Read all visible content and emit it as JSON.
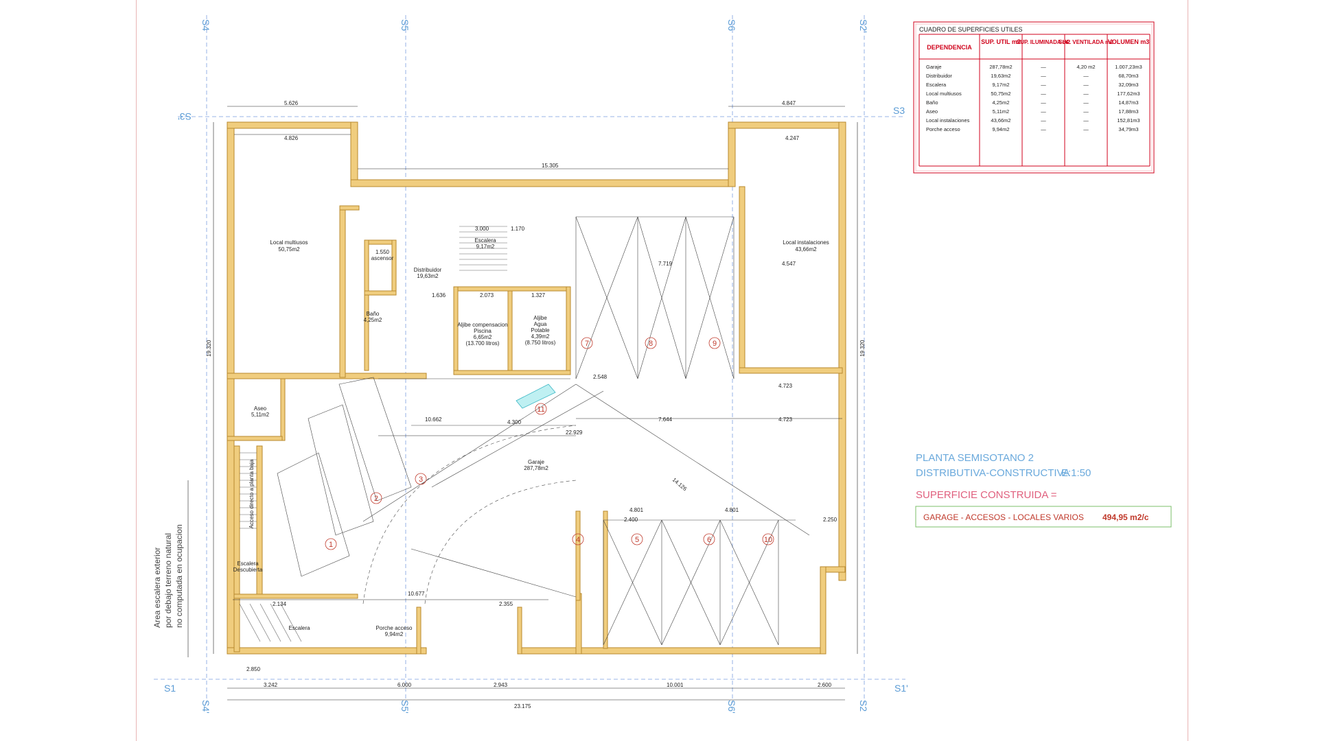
{
  "axes": {
    "top": [
      "S4",
      "S5",
      "S6",
      "S2'"
    ],
    "bottom": [
      "S4'",
      "S5'",
      "S6'",
      "S2"
    ],
    "left_top": "S3'",
    "right_top": "S3",
    "left_bottom": "S1",
    "right_bottom": "S1'"
  },
  "table": {
    "title": "CUADRO DE SUPERFICIES UTILES",
    "headers": [
      "DEPENDENCIA",
      "SUP. UTIL m2",
      "SUP. ILUMINADA m2",
      "SUP. VENTILADA m2",
      "VOLUMEN m3"
    ],
    "rows": [
      [
        "Garaje",
        "287,78m2",
        "—",
        "4,20 m2",
        "1.007,23m3"
      ],
      [
        "Distribuidor",
        "19,63m2",
        "—",
        "—",
        "68,70m3"
      ],
      [
        "Escalera",
        "9,17m2",
        "—",
        "—",
        "32,09m3"
      ],
      [
        "Local multiusos",
        "50,75m2",
        "—",
        "—",
        "177,62m3"
      ],
      [
        "Baño",
        "4,25m2",
        "—",
        "—",
        "14,87m3"
      ],
      [
        "Aseo",
        "5,11m2",
        "—",
        "—",
        "17,88m3"
      ],
      [
        "Local instalaciones",
        "43,66m2",
        "—",
        "—",
        "152,81m3"
      ],
      [
        "Porche acceso",
        "9,94m2",
        "—",
        "—",
        "34,79m3"
      ]
    ]
  },
  "titles": {
    "line1": "PLANTA SEMISOTANO 2",
    "line2": "DISTRIBUTIVA-CONSTRUCTIVA",
    "scale": "E:1:50",
    "surface_label": "SUPERFICIE CONSTRUIDA =",
    "surface_desc": "GARAGE - ACCESOS - LOCALES VARIOS",
    "surface_value": "494,95 m2/c"
  },
  "side_note": [
    "Area escalera exterior",
    "por debajo terreno natural",
    "no computada en ocupacion"
  ],
  "rooms": {
    "local_multiusos": [
      "Local multiusos",
      "50,75m2"
    ],
    "local_instalaciones": [
      "Local instalaciones",
      "43,66m2"
    ],
    "escalera": [
      "Escalera",
      "9,17m2"
    ],
    "distribuidor": [
      "Distribuidor",
      "19,63m2"
    ],
    "ascensor": [
      "1.550",
      "ascensor"
    ],
    "bano": [
      "Baño",
      "4,25m2"
    ],
    "aljibe_comp": [
      "Aljibe compensacion",
      "Piscina",
      "6,65m2",
      "(13.700 litros)"
    ],
    "aljibe_agua": [
      "Aljibe",
      "Agua",
      "Potable",
      "4,39m2",
      "(8.750 litros)"
    ],
    "aseo": [
      "Aseo",
      "5,11m2"
    ],
    "garaje": [
      "Garaje",
      "287,78m2"
    ],
    "porche": [
      "Porche acceso",
      "9,94m2"
    ],
    "escalera_ext": "Escalera",
    "escalera_desc": [
      "Escalera",
      "Descubierta"
    ],
    "acceso_directo": "Acceso directo a planta baja"
  },
  "spots": [
    "1",
    "2",
    "3",
    "4",
    "5",
    "6",
    "7",
    "8",
    "9",
    "10",
    "11"
  ],
  "dims": {
    "top_total_left": "5.626",
    "top_total_right": "4.847",
    "inner_left": "4.826",
    "inner_right": "4.247",
    "long_mid": "15.305",
    "bottom_total": "23.175",
    "bottom_segs": [
      "3.242",
      "6.000",
      "2.943",
      "10.001",
      "2.600"
    ],
    "left_total": "19.320",
    "right_total": "19.320",
    "garage_span": "22.929",
    "garage_mid": "10.662",
    "mid_7644": "7.644",
    "mid_4723a": "4.723",
    "mid_4723b": "4.723",
    "bay_2400": "2.400",
    "bay_4801": "4.801",
    "bay_2548": "2.548",
    "w_7719": "7.719",
    "w_4547": "4.547",
    "w_4300": "4.300",
    "w_10677": "10.677",
    "w_2073": "2.073",
    "w_1327": "1.327",
    "w_1636": "1.636",
    "w_3000": "3.000",
    "w_1170": "1.170",
    "w_2250": "2.250",
    "w_2850": "2.850",
    "d_14126": "14.126",
    "w_2134": "2.134",
    "w_2355": "2.355"
  }
}
